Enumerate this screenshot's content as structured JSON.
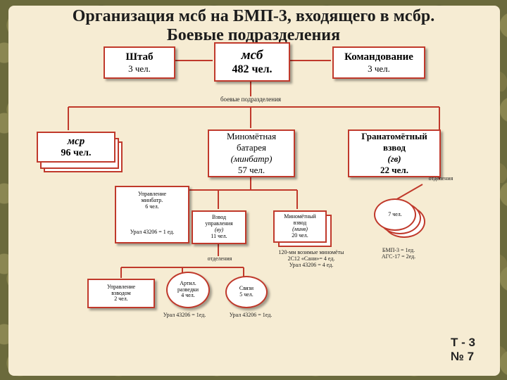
{
  "title_line1": "Организация мсб на БМП-3, входящего в мсбр.",
  "title_line2": "Боевые подразделения",
  "top": {
    "hq": {
      "name": "Штаб",
      "count": "3 чел."
    },
    "msb": {
      "name": "мсб",
      "count": "482 чел."
    },
    "command": {
      "name": "Командование",
      "count": "3 чел."
    }
  },
  "combat_units_label": "боевые подразделения",
  "msr": {
    "name": "мср",
    "count": "96 чел."
  },
  "battery": {
    "line1": "Миномётная",
    "line2": "батарея",
    "abbr": "(минбатр)",
    "count": "57 чел."
  },
  "grenade": {
    "line1": "Гранатомётный",
    "line2": "взвод",
    "abbr": "(гв)",
    "count": "22 чел."
  },
  "squads_label_right": "отделения",
  "mgmt_minbatr": {
    "line1": "Управление",
    "line2": "минбатр.",
    "line3": "6 чел.",
    "vehicle": "Урал 43206 = 1 ед."
  },
  "control_platoon": {
    "line1": "Взвод",
    "line2": "управления",
    "abbr": "(ву)",
    "count": "11 чел."
  },
  "mortar_platoon": {
    "line1": "Миномётный",
    "line2": "взвод",
    "abbr": "(минв)",
    "count": "20 чел."
  },
  "mortar_equipment": {
    "line1": "120-мм возимые миномёты",
    "line2": "2С12 «Сани»= 4 ед.",
    "line3": "Урал 43206 = 4 ед."
  },
  "seven": {
    "count": "7 чел."
  },
  "bmp_equipment": {
    "line1": "БМП-3 = 1ед.",
    "line2": "АГС-17 = 2ед."
  },
  "squads_label_center": "отделения",
  "platoon_mgmt": {
    "line1": "Управление",
    "line2": "взводом",
    "line3": "2 чел."
  },
  "artillery_recon": {
    "line1": "Артил.",
    "line2": "разведки",
    "line3": "4 чел.",
    "vehicle": "Урал 43206 = 1ед."
  },
  "signals": {
    "line1": "Связи",
    "line2": "5 чел.",
    "vehicle": "Урал 43206 = 1ед."
  },
  "slide_code": {
    "line1": "Т - 3",
    "line2": "№ 7"
  }
}
